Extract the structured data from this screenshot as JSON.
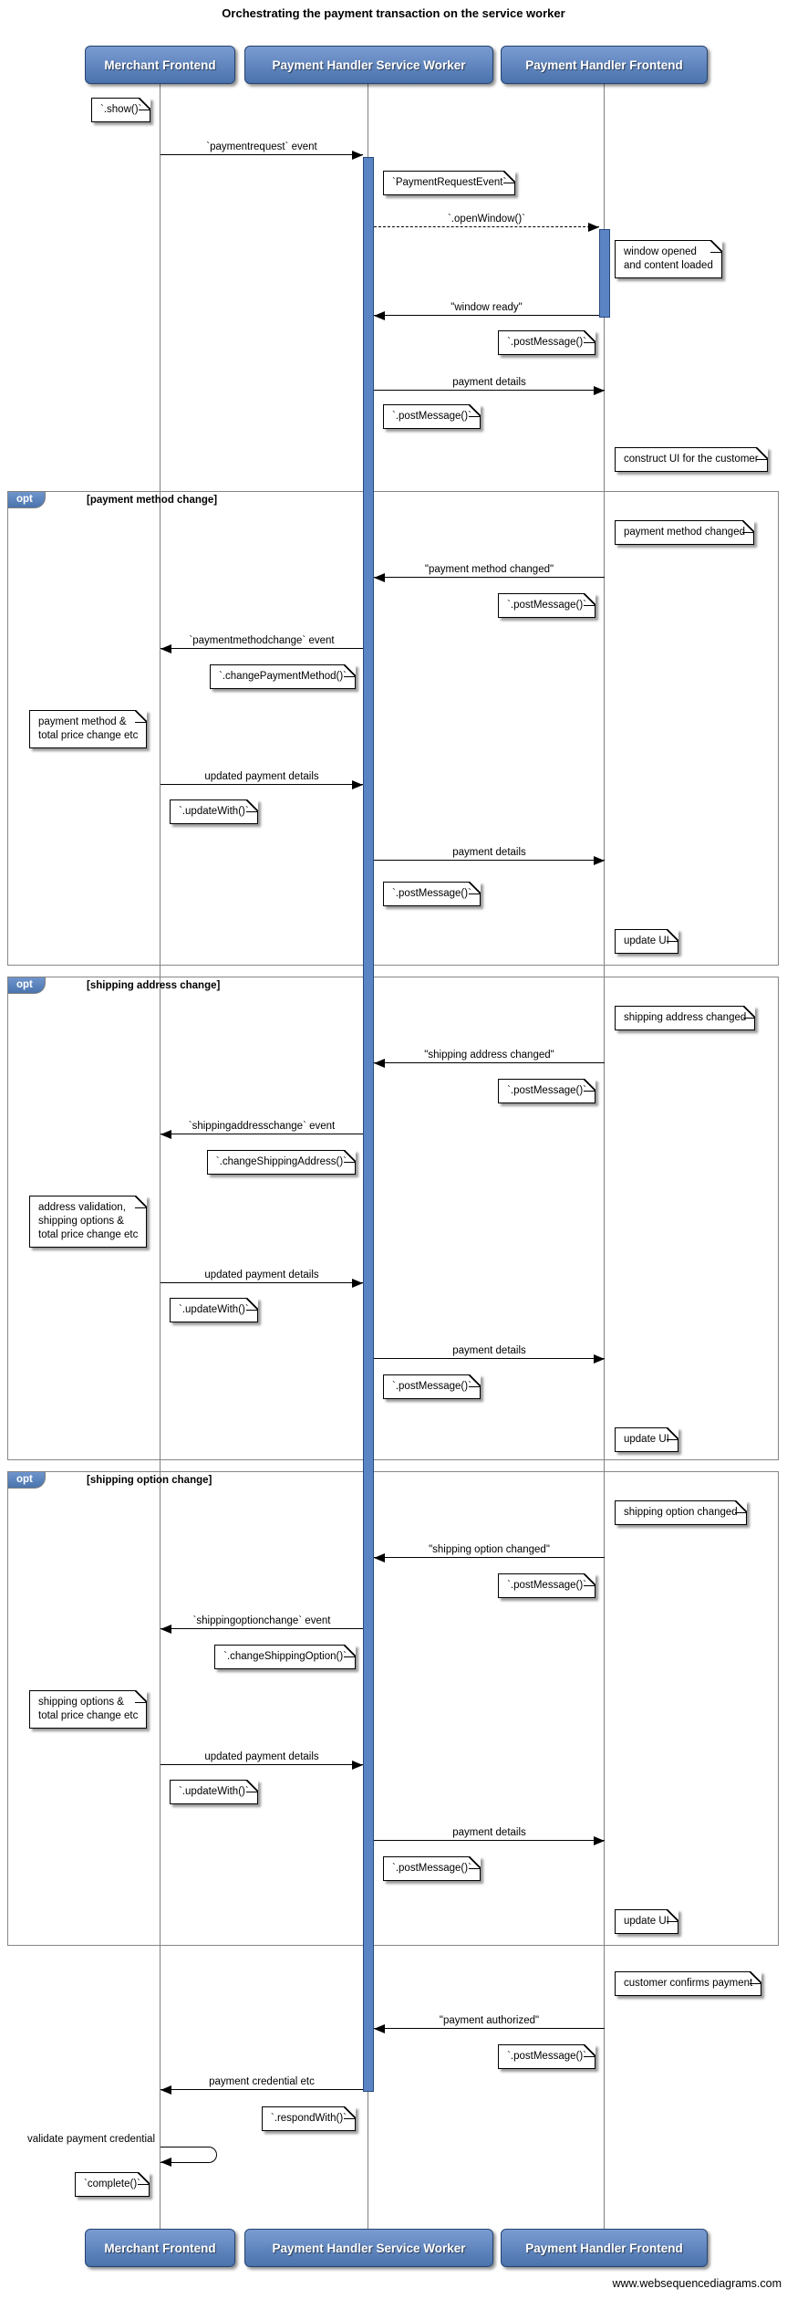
{
  "title": "Orchestrating the payment transaction on the service worker",
  "footer": "www.websequencediagrams.com",
  "colors": {
    "participant_fill_top": "#7a9cd2",
    "participant_fill_bottom": "#4a72ac",
    "participant_border": "#24436f",
    "activation_fill": "#5b84c4",
    "activation_border": "#274a80",
    "frame_border": "#868686",
    "line_color": "#000000",
    "lifeline_color": "#808080",
    "note_background": "#ffffff"
  },
  "participants": [
    {
      "label": "Merchant Frontend"
    },
    {
      "label": "Payment Handler Service Worker"
    },
    {
      "label": "Payment Handler Frontend"
    }
  ],
  "fragments": [
    {
      "keyword": "opt",
      "guard": "[payment method change]"
    },
    {
      "keyword": "opt",
      "guard": "[shipping address change]"
    },
    {
      "keyword": "opt",
      "guard": "[shipping option change]"
    }
  ],
  "messages": [
    {
      "label": "`paymentrequest` event",
      "from": "Merchant Frontend",
      "to": "Payment Handler Service Worker",
      "style": "solid"
    },
    {
      "label": "`.openWindow()`",
      "from": "Payment Handler Service Worker",
      "to": "Payment Handler Frontend",
      "style": "dashed"
    },
    {
      "label": "\"window ready\"",
      "from": "Payment Handler Frontend",
      "to": "Payment Handler Service Worker",
      "style": "solid"
    },
    {
      "label": "payment details",
      "from": "Payment Handler Service Worker",
      "to": "Payment Handler Frontend",
      "style": "solid"
    },
    {
      "label": "\"payment method changed\"",
      "from": "Payment Handler Frontend",
      "to": "Payment Handler Service Worker",
      "style": "solid"
    },
    {
      "label": "`paymentmethodchange` event",
      "from": "Payment Handler Service Worker",
      "to": "Merchant Frontend",
      "style": "solid"
    },
    {
      "label": "updated payment details",
      "from": "Merchant Frontend",
      "to": "Payment Handler Service Worker",
      "style": "solid"
    },
    {
      "label": "payment details",
      "from": "Payment Handler Service Worker",
      "to": "Payment Handler Frontend",
      "style": "solid"
    },
    {
      "label": "\"shipping address changed\"",
      "from": "Payment Handler Frontend",
      "to": "Payment Handler Service Worker",
      "style": "solid"
    },
    {
      "label": "`shippingaddresschange` event",
      "from": "Payment Handler Service Worker",
      "to": "Merchant Frontend",
      "style": "solid"
    },
    {
      "label": "updated payment details",
      "from": "Merchant Frontend",
      "to": "Payment Handler Service Worker",
      "style": "solid"
    },
    {
      "label": "payment details",
      "from": "Payment Handler Service Worker",
      "to": "Payment Handler Frontend",
      "style": "solid"
    },
    {
      "label": "\"shipping option changed\"",
      "from": "Payment Handler Frontend",
      "to": "Payment Handler Service Worker",
      "style": "solid"
    },
    {
      "label": "`shippingoptionchange` event",
      "from": "Payment Handler Service Worker",
      "to": "Merchant Frontend",
      "style": "solid"
    },
    {
      "label": "updated payment details",
      "from": "Merchant Frontend",
      "to": "Payment Handler Service Worker",
      "style": "solid"
    },
    {
      "label": "payment details",
      "from": "Payment Handler Service Worker",
      "to": "Payment Handler Frontend",
      "style": "solid"
    },
    {
      "label": "\"payment authorized\"",
      "from": "Payment Handler Frontend",
      "to": "Payment Handler Service Worker",
      "style": "solid"
    },
    {
      "label": "payment credential etc",
      "from": "Payment Handler Service Worker",
      "to": "Merchant Frontend",
      "style": "solid"
    },
    {
      "label": "validate payment credential",
      "from": "Merchant Frontend",
      "to": "Merchant Frontend",
      "style": "self"
    }
  ],
  "notes": [
    {
      "text": "`.show()`",
      "anchor": "Merchant Frontend"
    },
    {
      "text": "`PaymentRequestEvent`",
      "anchor": "Payment Handler Service Worker"
    },
    {
      "text": "window opened\nand content loaded",
      "anchor": "Payment Handler Frontend"
    },
    {
      "text": "`.postMessage()`",
      "anchor": "Payment Handler Frontend"
    },
    {
      "text": "`.postMessage()`",
      "anchor": "Payment Handler Service Worker"
    },
    {
      "text": "construct UI for the customer",
      "anchor": "Payment Handler Frontend"
    },
    {
      "text": "payment method changed",
      "anchor": "Payment Handler Frontend"
    },
    {
      "text": "`.postMessage()`",
      "anchor": "Payment Handler Frontend"
    },
    {
      "text": "`.changePaymentMethod()`",
      "anchor": "Payment Handler Service Worker"
    },
    {
      "text": "payment method &\ntotal price change etc",
      "anchor": "Merchant Frontend"
    },
    {
      "text": "`.updateWith()`",
      "anchor": "Merchant Frontend"
    },
    {
      "text": "`.postMessage()`",
      "anchor": "Payment Handler Service Worker"
    },
    {
      "text": "update UI",
      "anchor": "Payment Handler Frontend"
    },
    {
      "text": "shipping address changed",
      "anchor": "Payment Handler Frontend"
    },
    {
      "text": "`.postMessage()`",
      "anchor": "Payment Handler Frontend"
    },
    {
      "text": "`.changeShippingAddress()`",
      "anchor": "Payment Handler Service Worker"
    },
    {
      "text": "address validation,\nshipping options &\ntotal price change etc",
      "anchor": "Merchant Frontend"
    },
    {
      "text": "`.updateWith()`",
      "anchor": "Merchant Frontend"
    },
    {
      "text": "`.postMessage()`",
      "anchor": "Payment Handler Service Worker"
    },
    {
      "text": "update UI",
      "anchor": "Payment Handler Frontend"
    },
    {
      "text": "shipping option changed",
      "anchor": "Payment Handler Frontend"
    },
    {
      "text": "`.postMessage()`",
      "anchor": "Payment Handler Frontend"
    },
    {
      "text": "`.changeShippingOption()`",
      "anchor": "Payment Handler Service Worker"
    },
    {
      "text": "shipping options &\ntotal price change etc",
      "anchor": "Merchant Frontend"
    },
    {
      "text": "`.updateWith()`",
      "anchor": "Merchant Frontend"
    },
    {
      "text": "`.postMessage()`",
      "anchor": "Payment Handler Service Worker"
    },
    {
      "text": "update UI",
      "anchor": "Payment Handler Frontend"
    },
    {
      "text": "customer confirms payment",
      "anchor": "Payment Handler Frontend"
    },
    {
      "text": "`.postMessage()`",
      "anchor": "Payment Handler Frontend"
    },
    {
      "text": "`.respondWith()`",
      "anchor": "Payment Handler Service Worker"
    },
    {
      "text": "`complete()`",
      "anchor": "Merchant Frontend"
    }
  ]
}
